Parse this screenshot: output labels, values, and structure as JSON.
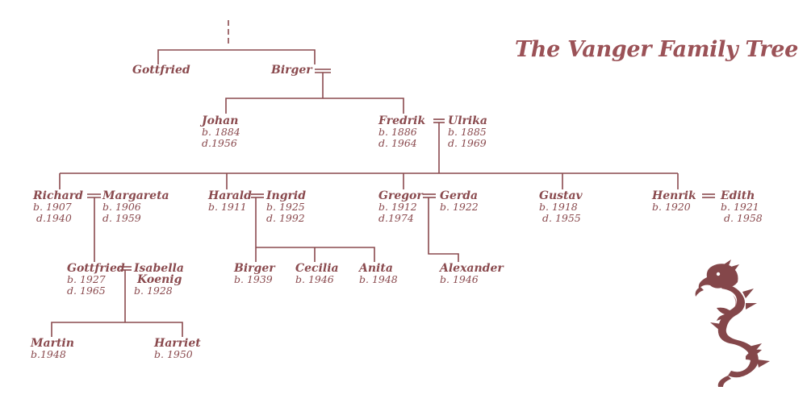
{
  "title": "The Vanger Family Tree",
  "colors": {
    "ink": "#8a4a4e",
    "title": "#9b5257",
    "dragon": "#84474a"
  },
  "icons": {
    "emblem": "dragon-icon"
  },
  "people": {
    "gottfried_elder": {
      "name": "Gottfried"
    },
    "birger_elder": {
      "name": "Birger"
    },
    "johan": {
      "name": "Johan",
      "born": "b. 1884",
      "died": "d.1956"
    },
    "fredrik": {
      "name": "Fredrik",
      "born": "b. 1886",
      "died": "d. 1964"
    },
    "ulrika": {
      "name": "Ulrika",
      "born": "b. 1885",
      "died": "d. 1969"
    },
    "richard": {
      "name": "Richard",
      "born": "b. 1907",
      "died": "d.1940"
    },
    "margareta": {
      "name": "Margareta",
      "born": "b. 1906",
      "died": "d. 1959"
    },
    "harald": {
      "name": "Harald",
      "born": "b. 1911"
    },
    "ingrid": {
      "name": "Ingrid",
      "born": "b. 1925",
      "died": "d. 1992"
    },
    "gregor": {
      "name": "Gregor",
      "born": "b. 1912",
      "died": "d.1974"
    },
    "gerda": {
      "name": "Gerda",
      "born": "b. 1922"
    },
    "gustav": {
      "name": "Gustav",
      "born": "b. 1918",
      "died": "d. 1955"
    },
    "henrik": {
      "name": "Henrik",
      "born": "b. 1920"
    },
    "edith": {
      "name": "Edith",
      "born": "b. 1921",
      "died": "d. 1958"
    },
    "gottfried": {
      "name": "Gottfried",
      "born": "b. 1927",
      "died": "d. 1965"
    },
    "isabella": {
      "name": "Isabella",
      "name2": "Koenig",
      "born": "b. 1928"
    },
    "birger": {
      "name": "Birger",
      "born": "b. 1939"
    },
    "cecilia": {
      "name": "Cecilia",
      "born": "b. 1946"
    },
    "anita": {
      "name": "Anita",
      "born": "b. 1948"
    },
    "alexander": {
      "name": "Alexander",
      "born": "b. 1946"
    },
    "martin": {
      "name": "Martin",
      "born": "b.1948"
    },
    "harriet": {
      "name": "Harriet",
      "born": "b. 1950"
    }
  }
}
